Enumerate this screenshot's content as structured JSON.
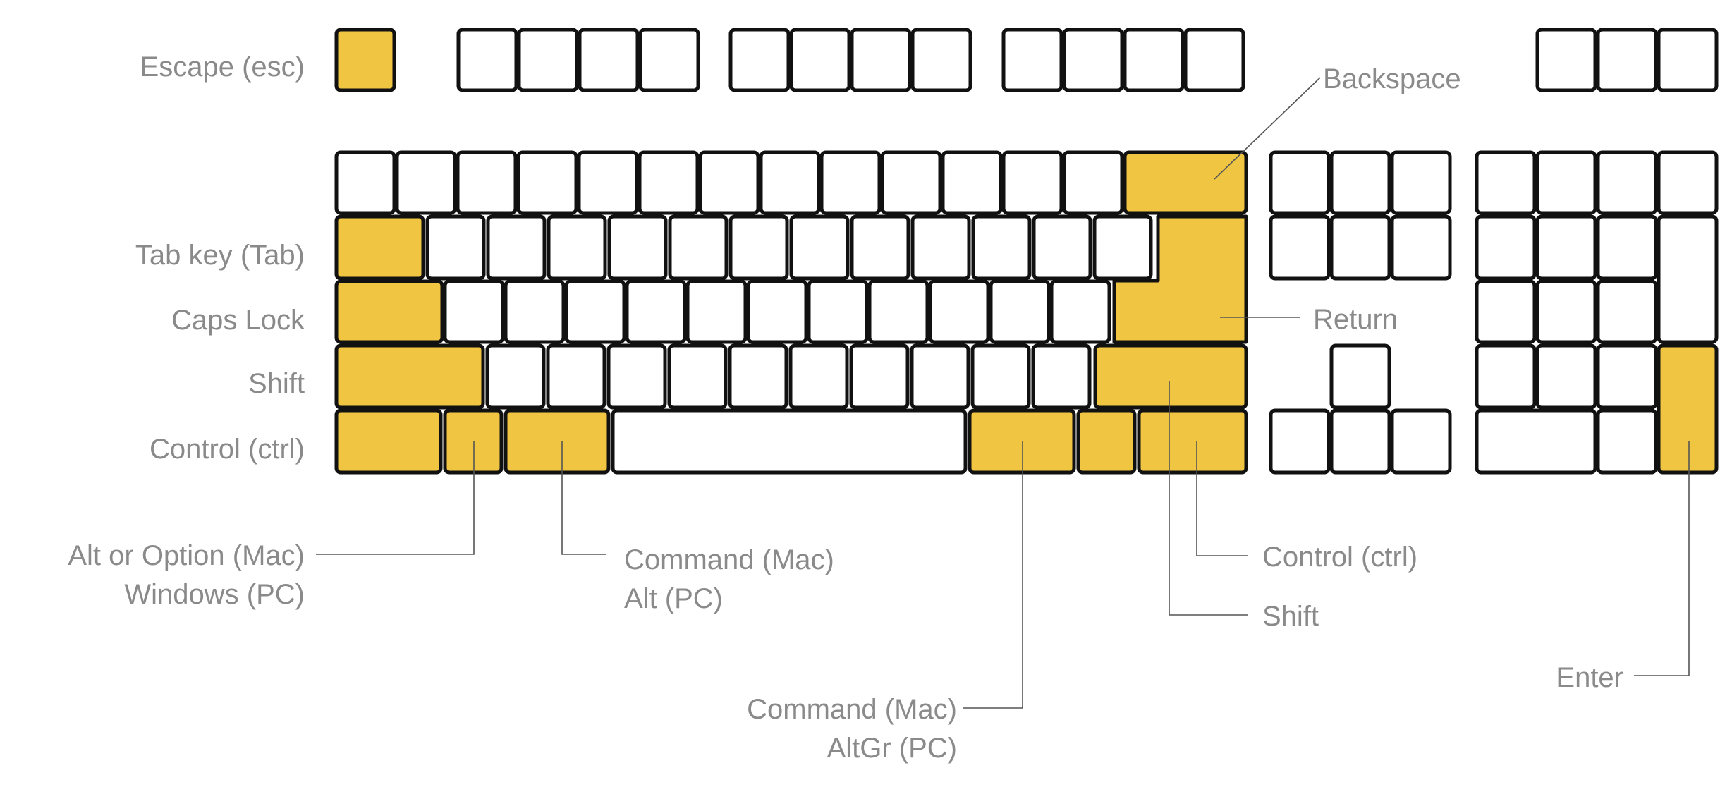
{
  "colors": {
    "highlight": "#f0c542",
    "key_fill": "#ffffff",
    "key_outline": "#111111",
    "label_text": "#8a8a8a",
    "leader_line": "#555555"
  },
  "labels": {
    "escape": "Escape (esc)",
    "tab": "Tab key (Tab)",
    "caps_lock": "Caps Lock",
    "shift_left": "Shift",
    "control_left": "Control (ctrl)",
    "alt_option": [
      "Alt or Option (Mac)",
      "Windows (PC)"
    ],
    "command_left": [
      "Command (Mac)",
      "Alt (PC)"
    ],
    "command_right": [
      "Command (Mac)",
      "AltGr (PC)"
    ],
    "control_right": "Control (ctrl)",
    "shift_right": "Shift",
    "backspace": "Backspace",
    "return": "Return",
    "enter": "Enter"
  }
}
